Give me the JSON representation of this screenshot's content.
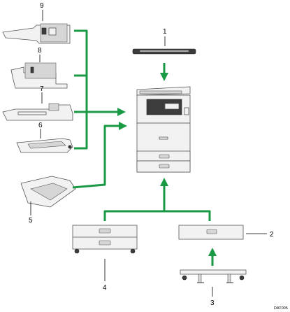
{
  "colors": {
    "connector": "#1a9a44",
    "outline": "#555555",
    "fill": "#f2f2f2"
  },
  "callouts": {
    "n1": "1",
    "n2": "2",
    "n3": "3",
    "n4": "4",
    "n5": "5",
    "n6": "6",
    "n7": "7",
    "n8": "8",
    "n9": "9"
  },
  "figure_code": "DAT005"
}
